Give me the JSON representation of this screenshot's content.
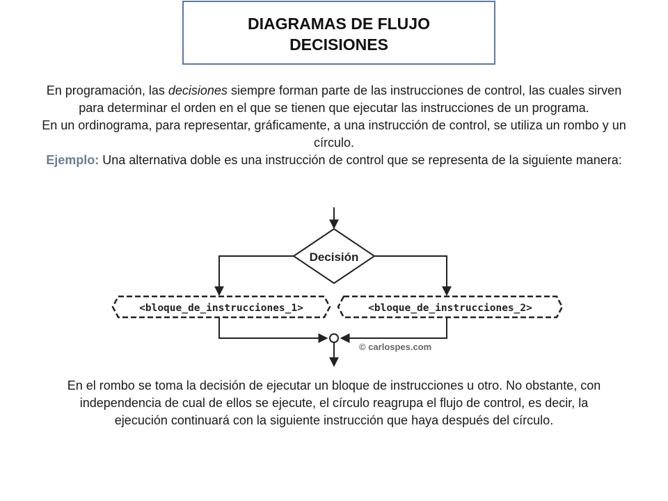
{
  "title": {
    "line1": "DIAGRAMAS DE FLUJO",
    "line2": "DECISIONES"
  },
  "intro": {
    "p1_before": "En programación, las ",
    "p1_em": "decisiones",
    "p1_after": " siempre forman parte de las instrucciones de control, las cuales sirven para determinar el orden en el que se tienen que ejecutar las instrucciones de un programa.",
    "p2": "En un ordinograma, para representar, gráficamente, a una instrucción de control, se utiliza un rombo y un círculo.",
    "p3_label": "Ejemplo:",
    "p3_text": " Una alternativa doble es una instrucción de control que se representa de la siguiente manera:"
  },
  "diagram": {
    "decision_label": "Decisión",
    "block1_label": "<bloque_de_instrucciones_1>",
    "block2_label": "<bloque_de_instrucciones_2>",
    "credit": "© carlospes.com"
  },
  "outro": {
    "text": "En el rombo se toma la decisión de ejecutar un bloque de instrucciones u otro. No obstante, con independencia de cual de ellos se ejecute, el círculo reagrupa el flujo de control, es decir, la ejecución continuará con la siguiente instrucción que haya después del círculo."
  },
  "colors": {
    "title_border": "#5b7aa0",
    "ejemplo": "#6b7f96",
    "diagram_stroke": "#222222"
  }
}
